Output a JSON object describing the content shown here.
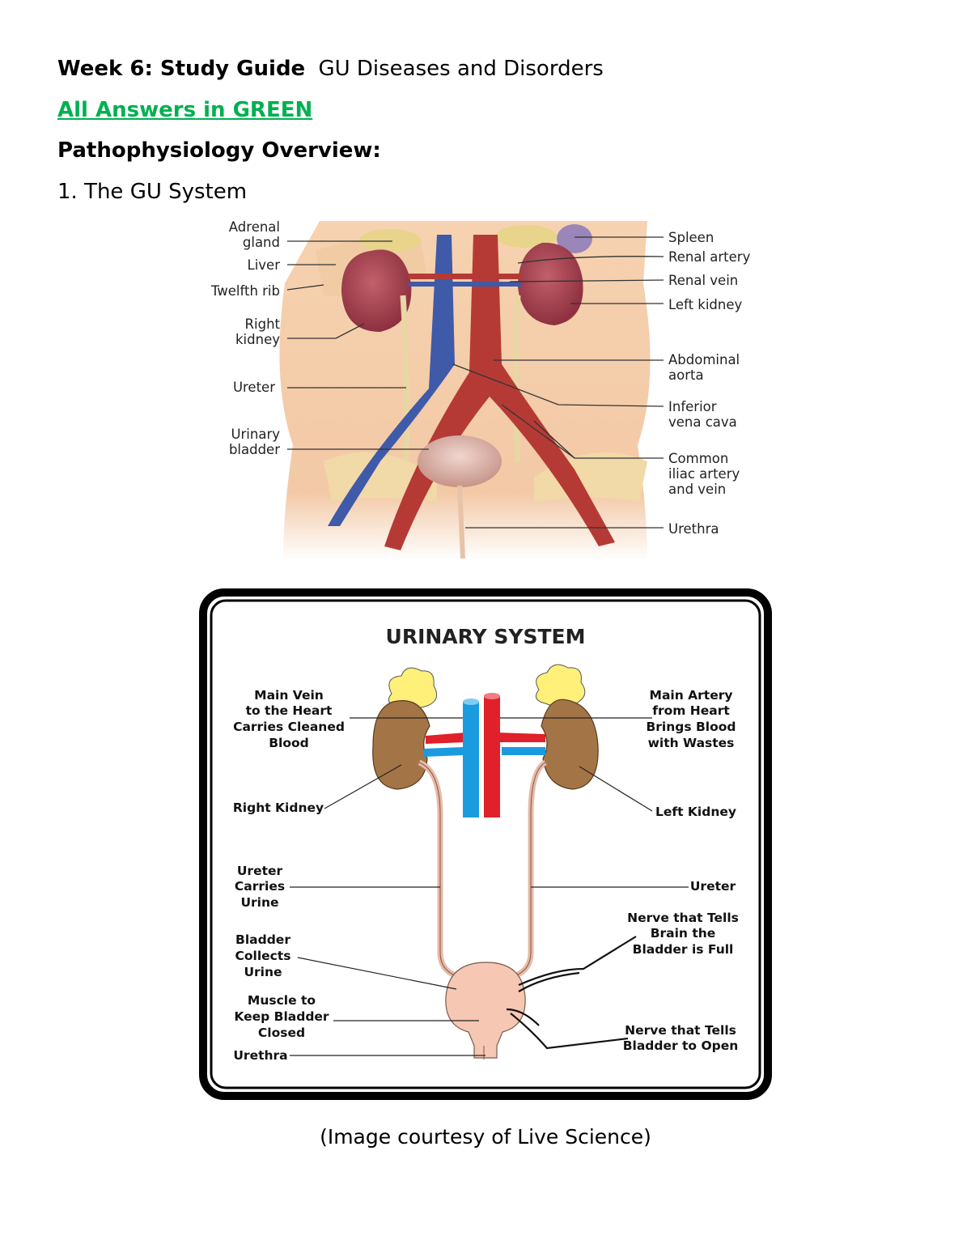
{
  "header": {
    "week_label": "Week 6: Study Guide",
    "course_title": "GU Diseases and Disorders"
  },
  "answers_note": "All Answers in GREEN",
  "section_title": "Pathophysiology Overview:",
  "item_1": "1. The GU System",
  "figure1": {
    "labels_left": [
      "Adrenal",
      "gland",
      "Liver",
      "Twelfth rib",
      "Right",
      "kidney",
      "Ureter",
      "Urinary",
      "bladder"
    ],
    "labels_right": [
      "Spleen",
      "Renal artery",
      "Renal vein",
      "Left kidney",
      "Abdominal",
      "aorta",
      "Inferior",
      "vena cava",
      "Common",
      "iliac artery",
      "and vein",
      "Urethra"
    ]
  },
  "figure2": {
    "title": "URINARY SYSTEM",
    "main_vein": [
      "Main Vein",
      "to the Heart",
      "Carries Cleaned",
      "Blood"
    ],
    "main_artery": [
      "Main Artery",
      "from Heart",
      "Brings Blood",
      "with Wastes"
    ],
    "right_kidney": "Right Kidney",
    "left_kidney": "Left Kidney",
    "ureter_left": [
      "Ureter",
      "Carries",
      "Urine"
    ],
    "ureter_right": "Ureter",
    "bladder": [
      "Bladder",
      "Collects",
      "Urine"
    ],
    "nerve_full": [
      "Nerve that Tells",
      "Brain the",
      "Bladder is Full"
    ],
    "muscle": [
      "Muscle to",
      "Keep Bladder",
      "Closed"
    ],
    "nerve_open": [
      "Nerve that Tells",
      "Bladder to Open"
    ],
    "urethra": "Urethra"
  },
  "caption": "(Image courtesy of Live Science)"
}
